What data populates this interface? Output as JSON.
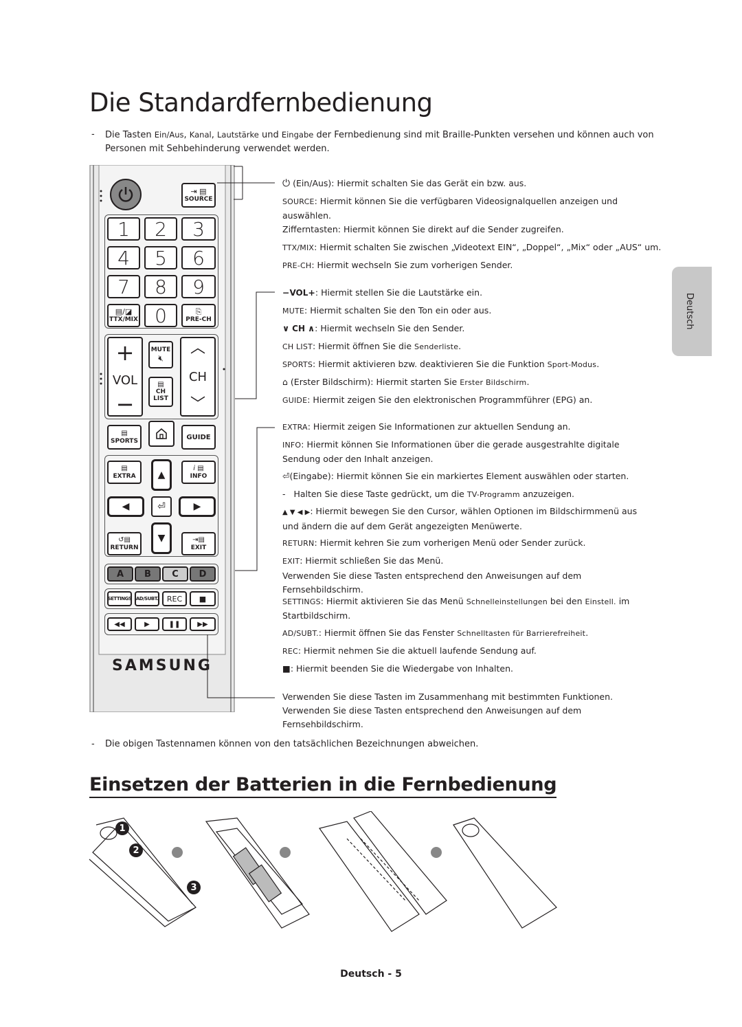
{
  "title": "Die Standardfernbedienung",
  "note1": {
    "dash": "-",
    "p1": "Die Tasten ",
    "k1": "Ein/Aus",
    "p2": ", ",
    "k2": "Kanal",
    "p3": ", ",
    "k3": "Lautstärke",
    "p4": " und ",
    "k4": "Eingabe",
    "p5": " der Fernbedienung sind mit Braille-Punkten versehen und können auch von Personen mit Sehbehinderung verwendet werden."
  },
  "remote": {
    "source_label": "SOURCE",
    "digits": [
      "1",
      "2",
      "3",
      "4",
      "5",
      "6",
      "7",
      "8",
      "9",
      "0"
    ],
    "ttx_label": "TTX/MIX",
    "prech_label": "PRE-CH",
    "vol_label": "VOL",
    "ch_label": "CH",
    "mute_label": "MUTE",
    "chlist_label_1": "CH",
    "chlist_label_2": "LIST",
    "sports_label": "SPORTS",
    "guide_label": "GUIDE",
    "extra_label": "EXTRA",
    "info_label": "INFO",
    "return_label": "RETURN",
    "exit_label": "EXIT",
    "color_buttons": [
      "A",
      "B",
      "C",
      "D"
    ],
    "settings_label": "SETTINGS",
    "adsubt_label": "AD/SUBT.",
    "rec_label": "REC",
    "brand": "SAMSUNG"
  },
  "descriptions": {
    "power": "(Ein/Aus): Hiermit schalten Sie das Gerät ein bzw. aus.",
    "source_key": "SOURCE",
    "source_text": ": Hiermit können Sie die verfügbaren Videosignalquellen anzeigen und auswählen.",
    "digits": "Zifferntasten: Hiermit können Sie direkt auf die Sender zugreifen.",
    "ttx_key": "TTX/MIX",
    "ttx_text": ": Hiermit schalten Sie zwischen „Videotext EIN“, „Doppel“, „Mix“ oder „AUS“ um.",
    "prech_key": "PRE-CH",
    "prech_text": ": Hiermit wechseln Sie zum vorherigen Sender.",
    "vol_key": "VOL",
    "vol_text": ": Hiermit stellen Sie die Lautstärke ein.",
    "mute_key": "MUTE",
    "mute_text": ": Hiermit schalten Sie den Ton ein oder aus.",
    "ch_key": "CH",
    "ch_text": ": Hiermit wechseln Sie den Sender.",
    "chlist_key": "CH LIST",
    "chlist_text": ":  Hiermit öffnen Sie die ",
    "chlist_kw": "Senderliste",
    "chlist_end": ".",
    "sports_key": "SPORTS",
    "sports_text": ": Hiermit aktivieren bzw. deaktivieren Sie die Funktion ",
    "sports_kw": "Sport-Modus",
    "sports_end": ".",
    "home_text1": "(Erster Bildschirm): Hiermit starten Sie ",
    "home_kw": "Erster Bildschirm",
    "home_end": ".",
    "guide_key": "GUIDE",
    "guide_text": ": Hiermit zeigen Sie den elektronischen Programmführer (EPG) an.",
    "extra_key": "EXTRA",
    "extra_text": ": Hiermit zeigen Sie Informationen zur aktuellen Sendung an.",
    "info_key": "INFO",
    "info_text": ": Hiermit können Sie Informationen über die gerade ausgestrahlte digitale Sendung oder den Inhalt anzeigen.",
    "enter_text": "(Eingabe): Hiermit können Sie ein markiertes Element auswählen oder starten.",
    "enter_sub1": "Halten Sie diese Taste gedrückt, um die ",
    "enter_sub_kw": "TV-Programm",
    "enter_sub2": " anzuzeigen.",
    "arrows_text": ": Hiermit bewegen Sie den Cursor, wählen Optionen im Bildschirmmenü aus und ändern die auf dem Gerät angezeigten Menüwerte.",
    "return_key": "RETURN",
    "return_text": ": Hiermit kehren Sie zum vorherigen Menü oder Sender zurück.",
    "exit_key": "EXIT",
    "exit_text": ": Hiermit schließen Sie das Menü.",
    "color_text": "Verwenden Sie diese Tasten entsprechend den Anweisungen auf dem Fernsehbildschirm.",
    "settings_key": "SETTINGS",
    "settings_text1": ": Hiermit aktivieren Sie das Menü ",
    "settings_kw1": "Schnelleinstellungen",
    "settings_text2": " bei den ",
    "settings_kw2": "Einstell.",
    "settings_text3": " im Startbildschirm.",
    "adsubt_key": "AD/SUBT.",
    "adsubt_text": ": Hiermit öffnen Sie das Fenster ",
    "adsubt_kw": "Schnelltasten für Barrierefreiheit",
    "adsubt_end": ".",
    "rec_key": "REC",
    "rec_text": ": Hiermit nehmen Sie die aktuell laufende Sendung auf.",
    "stop_text": ": Hiermit beenden Sie die Wiedergabe von Inhalten.",
    "media_text": "Verwenden Sie diese Tasten im Zusammenhang mit bestimmten Funktionen. Verwenden Sie diese Tasten entsprechend den Anweisungen auf dem Fernsehbildschirm."
  },
  "note2": "Die obigen Tastennamen können von den tatsächlichen Bezeichnungen abweichen.",
  "side_tab": "Deutsch",
  "title2": "Einsetzen der Batterien in die Fernbedienung",
  "steps": [
    "1",
    "2",
    "3"
  ],
  "footer": "Deutsch - 5",
  "colors": {
    "text": "#231f20",
    "tab": "#c8c8c8",
    "colorbtn": "#777777"
  }
}
